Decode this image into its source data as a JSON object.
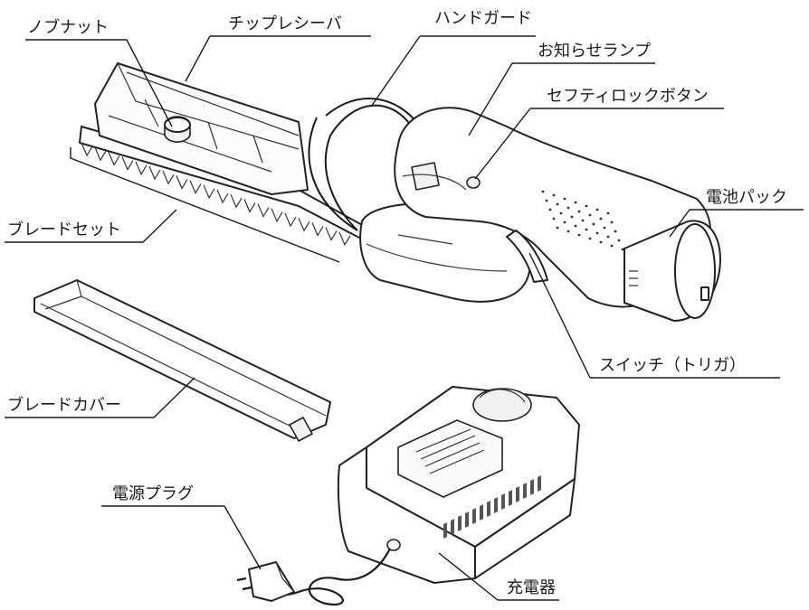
{
  "labels": {
    "knob_nut": "ノブナット",
    "chip_receiver": "チップレシーバ",
    "hand_guard": "ハンドガード",
    "indicator_lamp": "お知らせランプ",
    "safety_lock_button": "セフティロックボタン",
    "battery_pack": "電池パック",
    "blade_set": "ブレードセット",
    "switch_trigger": "スイッチ（トリガ）",
    "blade_cover": "ブレードカバー",
    "power_plug": "電源プラグ",
    "charger": "充電器"
  }
}
